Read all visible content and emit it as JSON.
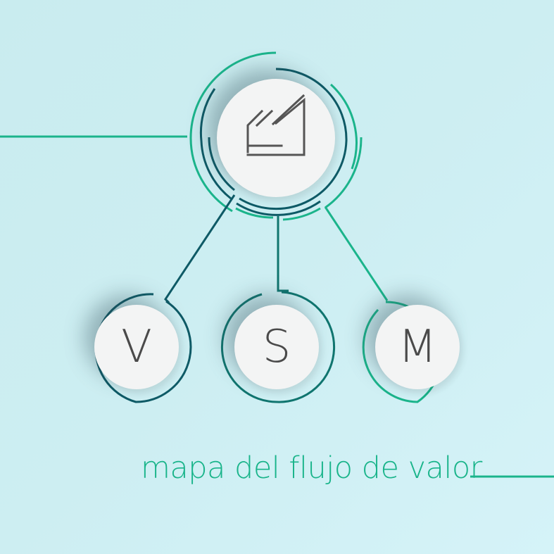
{
  "colors": {
    "background": "#cbedf0",
    "green": "#1bb48b",
    "dark_teal": "#0e5a66",
    "teal": "#10756f",
    "disk": "#f3f4f4",
    "glyph": "#4a4a4a"
  },
  "main_node": {
    "icon": "factory-icon"
  },
  "nodes": [
    {
      "letter": "V"
    },
    {
      "letter": "S"
    },
    {
      "letter": "M"
    }
  ],
  "tagline": "mapa del flujo de valor"
}
